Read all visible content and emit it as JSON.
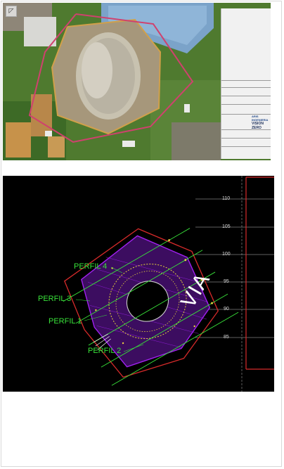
{
  "photo": {
    "control_icon": "expand-icon",
    "title_block_logo": "ARIS INGENIERIA",
    "title_block_subtitle": "VISION ZERO"
  },
  "cad": {
    "labels": {
      "perfil_4": "PERFIL 4",
      "perfil_3": "PERFIL 3",
      "perfil_1": "PERFIL 1",
      "perfil_2": "PERFIL 2",
      "via": "VIA"
    },
    "elevations": [
      "110",
      "105",
      "100",
      "95",
      "90",
      "85"
    ]
  },
  "colors": {
    "cad_background": "#000000",
    "label_green": "#39e33a",
    "boundary_red": "#d62a2a",
    "contour_magenta": "#a020f0"
  }
}
